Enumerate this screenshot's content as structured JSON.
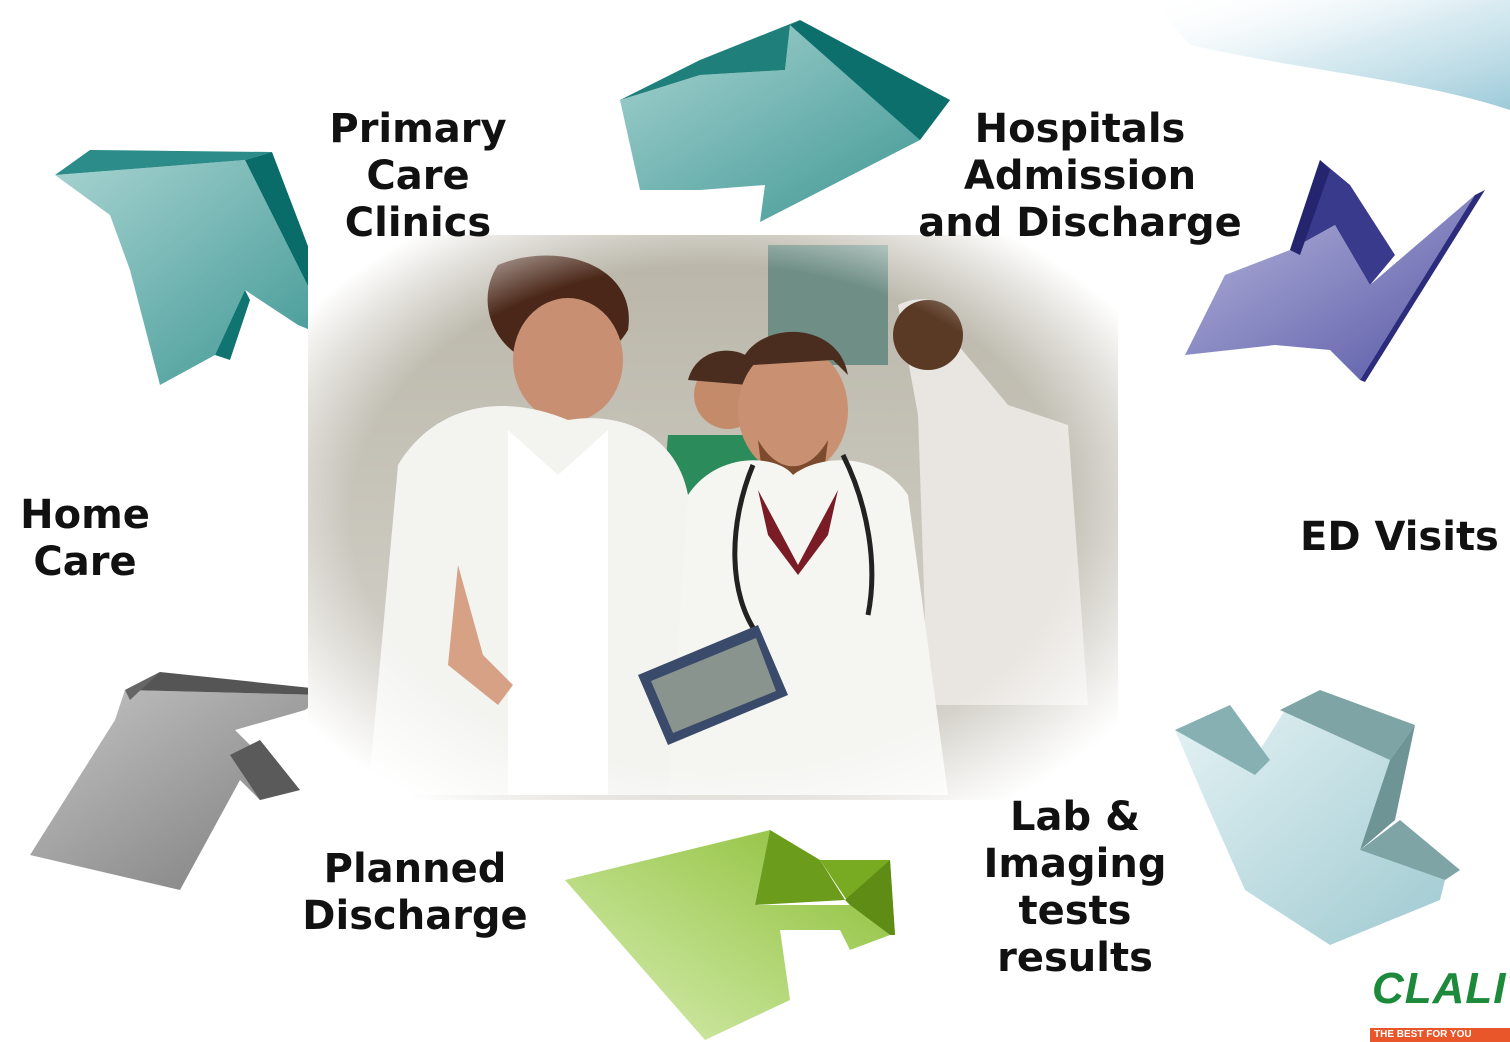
{
  "nodes": {
    "primary_care": [
      "Primary",
      "Care",
      "Clinics"
    ],
    "hospitals": [
      "Hospitals",
      "Admission",
      "and Discharge"
    ],
    "ed_visits": [
      "ED Visits"
    ],
    "lab_imaging": [
      "Lab &",
      "Imaging",
      "tests",
      "results"
    ],
    "planned_discharge": [
      "Planned",
      "Discharge"
    ],
    "home_care": [
      "Home",
      "Care"
    ]
  },
  "arrow_colors": {
    "teal_top": "#3d9a98",
    "teal_left": "#4fa8a6",
    "purple": "#6f6fb6",
    "light_blue": "#a9d2d8",
    "green": "#8fc23a",
    "gray": "#8d8d8d"
  },
  "logo": {
    "wordmark": "CLALIT",
    "tagline": "THE BEST FOR YOU"
  }
}
